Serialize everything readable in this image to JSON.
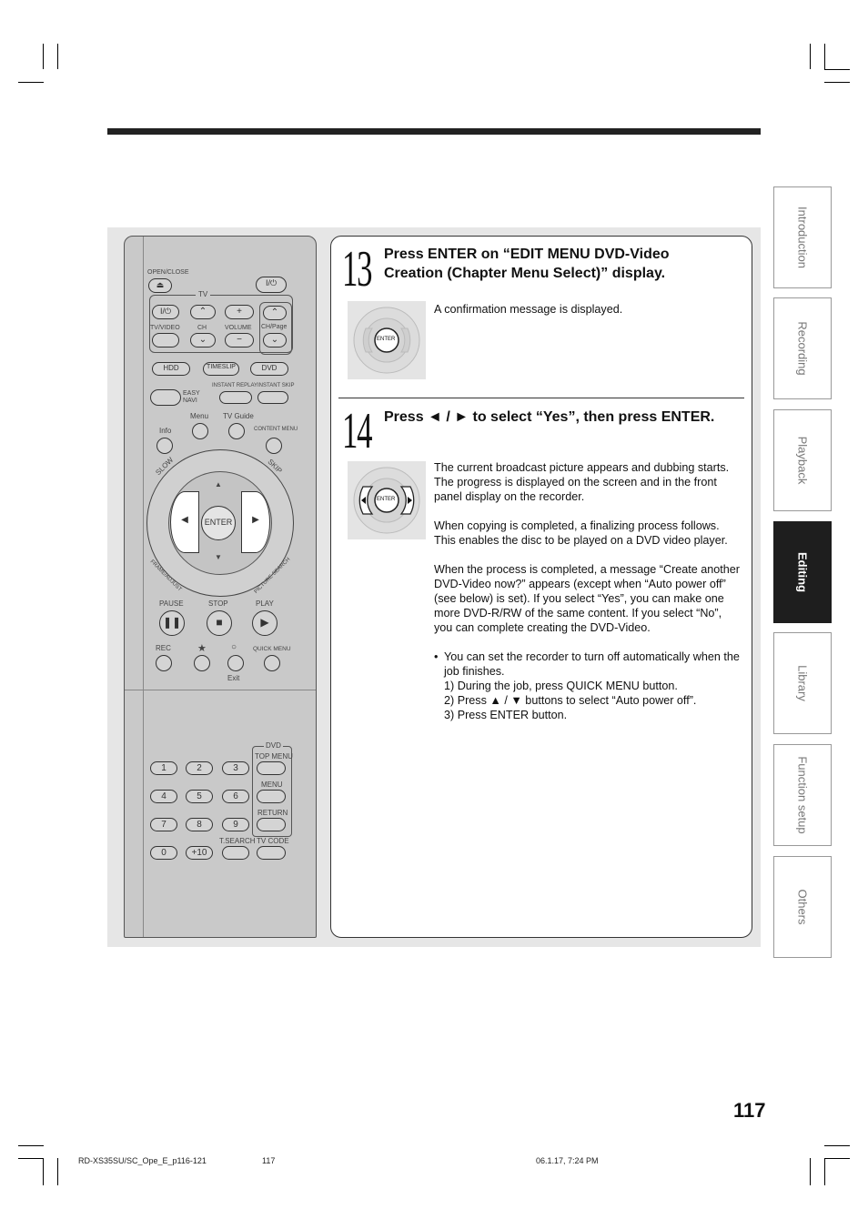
{
  "tabs": [
    {
      "label": "Introduction"
    },
    {
      "label": "Recording"
    },
    {
      "label": "Playback"
    },
    {
      "label": "Editing"
    },
    {
      "label": "Library"
    },
    {
      "label": "Function setup"
    },
    {
      "label": "Others"
    }
  ],
  "remote": {
    "open_close": "OPEN/CLOSE",
    "tv": "TV",
    "tv_video": "TV/VIDEO",
    "ch": "CH",
    "volume": "VOLUME",
    "ch_page": "CH/Page",
    "hdd": "HDD",
    "timeslip": "TIMESLIP",
    "dvd": "DVD",
    "easy_navi": "EASY NAVI",
    "instant_replay": "INSTANT REPLAY",
    "instant_skip": "INSTANT SKIP",
    "menu": "Menu",
    "tv_guide": "TV Guide",
    "info": "Info",
    "content_menu": "CONTENT MENU",
    "slow": "SLOW",
    "skip": "SKIP",
    "enter": "ENTER",
    "frame_adjust": "FRAME/ADJUST",
    "picture_search": "PICTURE SEARCH",
    "pause": "PAUSE",
    "stop": "STOP",
    "play": "PLAY",
    "rec": "REC",
    "quick_menu": "QUICK MENU",
    "exit": "Exit",
    "dvd2": "DVD",
    "top_menu": "TOP MENU",
    "menu2": "MENU",
    "return": "RETURN",
    "t_search": "T.SEARCH",
    "tv_code": "TV CODE",
    "numbers": [
      "1",
      "2",
      "3",
      "4",
      "5",
      "6",
      "7",
      "8",
      "9",
      "0",
      "+10"
    ]
  },
  "step13": {
    "number": "13",
    "title_line1": "Press ENTER on “EDIT MENU DVD-Video",
    "title_line2": "Creation (Chapter Menu Select)” display.",
    "body": "A confirmation message is displayed.",
    "thumb_label": "ENTER"
  },
  "step14": {
    "number": "14",
    "title": "Press ◄ / ► to select “Yes”, then press ENTER.",
    "thumb_label": "ENTER",
    "para1": "The current broadcast picture appears and dubbing starts. The progress is displayed on the screen and in the front panel display on the recorder.",
    "para2": "When copying is completed, a finalizing process follows. This enables the disc to be played on a DVD video player.",
    "para3": "When the process is completed, a message “Create another DVD-Video now?” appears (except when “Auto power off” (see below) is set). If you select “Yes”, you can make one more DVD-R/RW of the same content. If you select “No”, you can complete creating the DVD-Video.",
    "bullet": "You can set the recorder to turn off automatically when the job finishes.",
    "sub1": "1)  During the job, press QUICK MENU button.",
    "sub2": "2)  Press ▲ / ▼ buttons to select “Auto power off”.",
    "sub3": "3)  Press ENTER button."
  },
  "page_number": "117",
  "footer": {
    "file": "RD-XS35SU/SC_Ope_E_p116-121",
    "page": "117",
    "date": "06.1.17, 7:24 PM"
  }
}
